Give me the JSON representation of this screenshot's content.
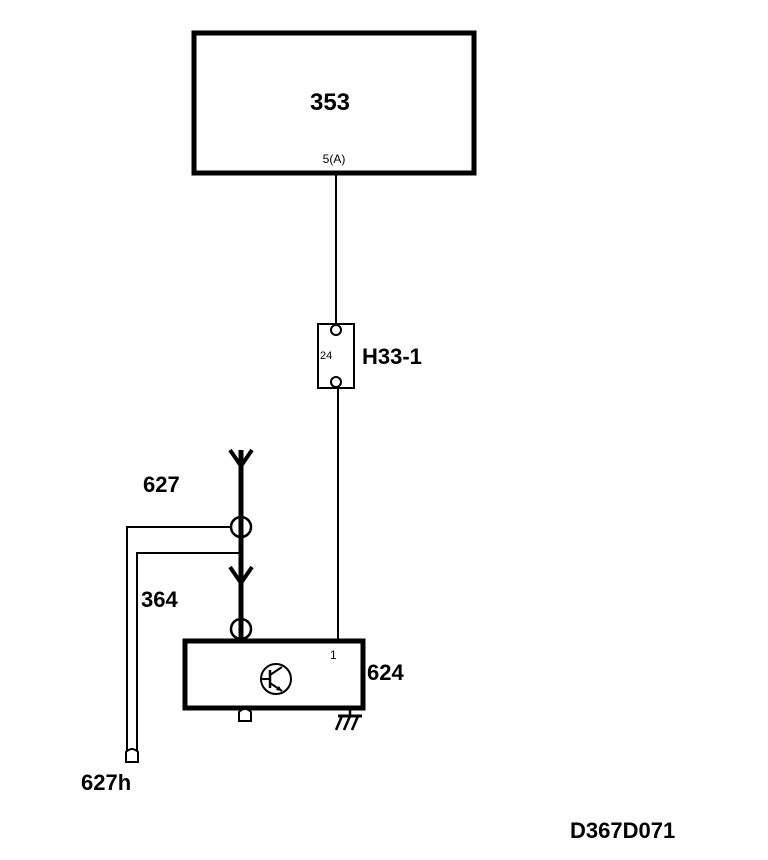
{
  "diagram": {
    "ecu_label": "353",
    "ecu_pin": "5(A)",
    "connector_label": "H33-1",
    "connector_pin": "24",
    "wire_label_627": "627",
    "wire_label_364": "364",
    "sensor_label": "624",
    "sensor_pin": "1",
    "bottom_connector_label": "627h",
    "drawing_id": "D367D071"
  }
}
